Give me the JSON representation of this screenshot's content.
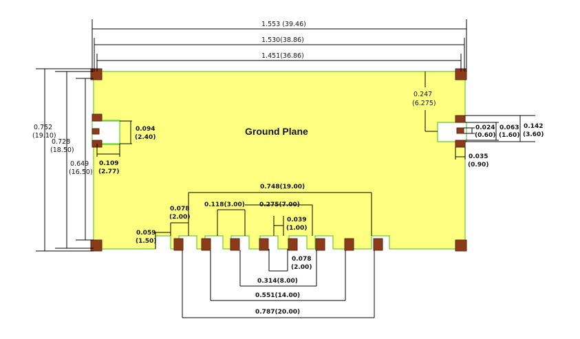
{
  "title": "Ground Plane",
  "colors": {
    "ground_plane_fill": "#ffff80",
    "ground_plane_outline": "#66cc33",
    "pad_fill": "#8b3a1a",
    "pad_outline": "#5a2a12",
    "dimension_line": "#000000"
  },
  "dimensions": {
    "overall_1": "1.553 (39.46)",
    "overall_2": "1.530(38.86)",
    "overall_3": "1.451(36.86)",
    "h_left_1_a": "0.752",
    "h_left_1_b": "(19.10)",
    "h_left_2_a": "0.728",
    "h_left_2_b": "(18.50)",
    "h_left_3_a": "0.649",
    "h_left_3_b": "(16.50)",
    "notch_left_h_a": "0.094",
    "notch_left_h_b": "(2.40)",
    "notch_left_w_a": "0.109",
    "notch_left_w_b": "(2.77)",
    "right_top_a": "0.247",
    "right_top_b": "(6.275)",
    "right_pad_a": "0.024",
    "right_pad_b": "(0.60)",
    "right_notch_a": "0.063",
    "right_notch_b": "(1.60)",
    "right_total_a": "0.142",
    "right_total_b": "(3.60)",
    "right_gap_a": "0.035",
    "right_gap_b": "(0.90)",
    "bottom_span": "0.748(19.00)",
    "notch_w_a": "0.078",
    "notch_w_b": "(2.00)",
    "pitch_3": "0.118(3.00)",
    "span_7": "0.275(7.00)",
    "notch_depth_a": "0.059",
    "notch_depth_b": "(1.50)",
    "pad_w_a": "0.039",
    "pad_w_b": "(1.00)",
    "slot_w_a": "0.078",
    "slot_w_b": "(2.00)",
    "span_8": "0.314(8.00)",
    "span_14": "0.551(14.00)",
    "span_20": "0.787(20.00)"
  }
}
